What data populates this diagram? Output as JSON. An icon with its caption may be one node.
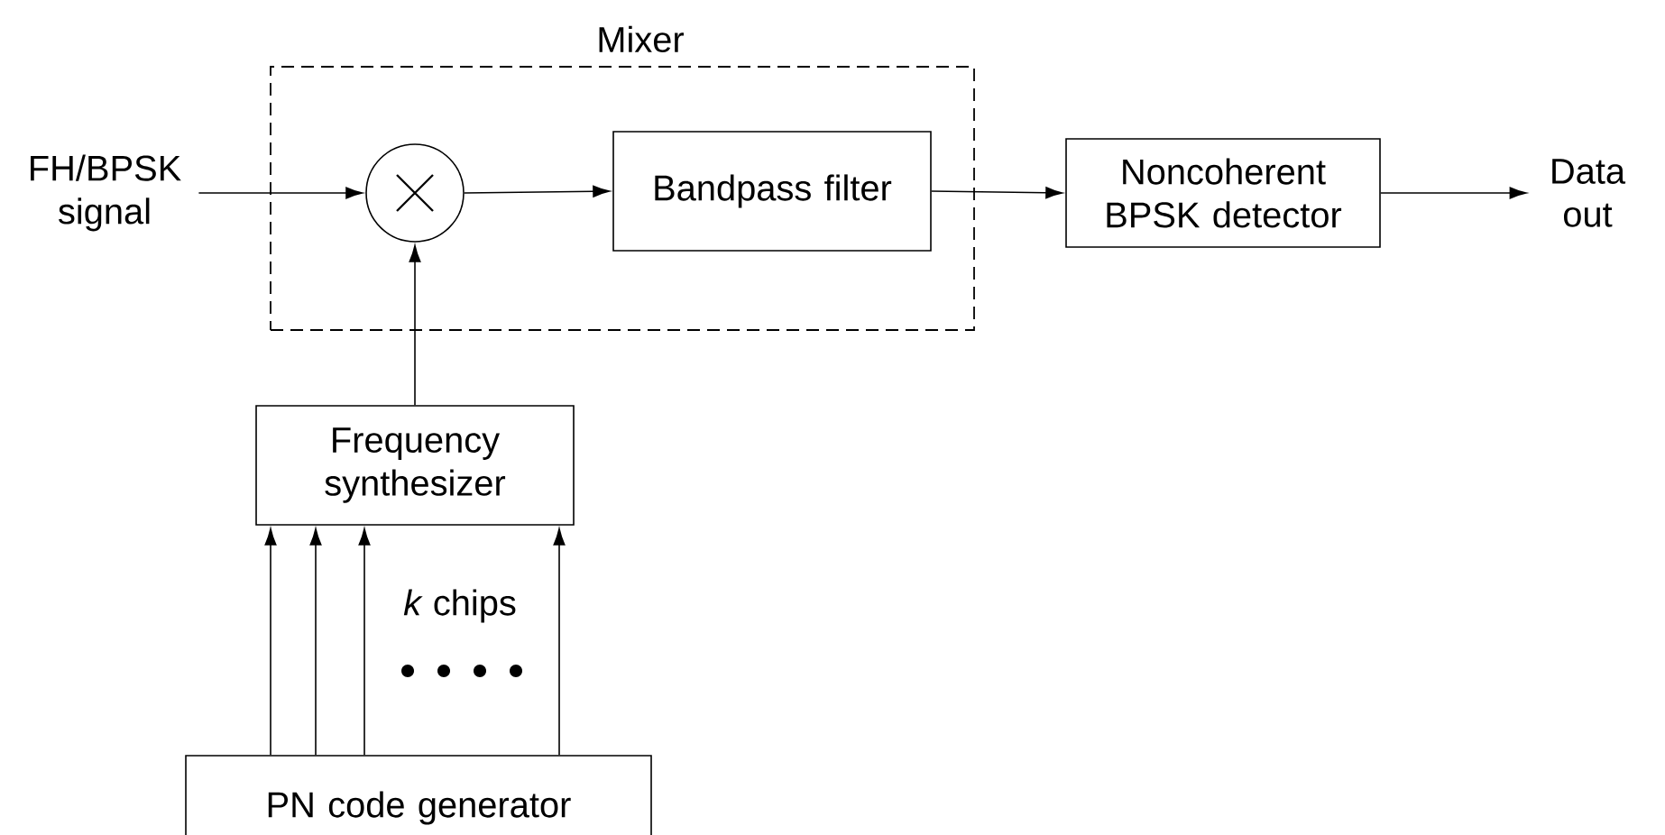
{
  "diagram": {
    "nodes": [
      {
        "text": [
          "FH/BPSK signal"
        ]
      },
      {
        "text": [
          "Mixer"
        ]
      },
      {
        "text": [],
        "shape": "circle",
        "in": 1
      },
      {
        "text": [
          "Bandpass filter"
        ],
        "in": 1
      },
      {
        "text": [
          "Noncoherent BPSK detector"
        ]
      },
      {
        "text": [
          "Data out"
        ]
      },
      {
        "text": [
          "Frequency synthesizer"
        ]
      },
      {
        "text": [
          "PN code generator"
        ]
      }
    ],
    "edges": [
      {
        "from": 0,
        "to": 2,
        "arrow": "to"
      },
      {
        "from": 2,
        "to": 3,
        "arrow": "to"
      },
      {
        "from": 3,
        "to": 4,
        "arrow": "to"
      },
      {
        "from": 4,
        "to": 5,
        "arrow": "to"
      },
      {
        "from": 6,
        "to": 2,
        "arrow": "to"
      },
      {
        "from": 7,
        "to": 6,
        "arrow": "to"
      },
      {
        "from": 7,
        "to": 6,
        "arrow": "to"
      },
      {
        "from": 7,
        "to": 6,
        "arrow": "to"
      },
      {
        "from": 7,
        "to": 6,
        "arrow": "to"
      }
    ],
    "labels": [
      "*k* chips"
    ]
  }
}
